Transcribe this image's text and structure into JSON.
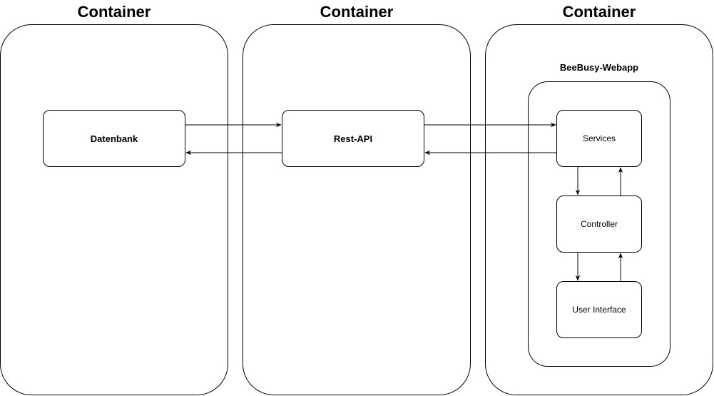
{
  "containers": [
    {
      "title": "Container"
    },
    {
      "title": "Container"
    },
    {
      "title": "Container"
    }
  ],
  "group": {
    "label": "BeeBusy-Webapp"
  },
  "nodes": {
    "datenbank": "Datenbank",
    "rest_api": "Rest-API",
    "services": "Services",
    "controller": "Controller",
    "user_interface": "User Interface"
  },
  "colors": {
    "stroke": "#000000",
    "fill": "#ffffff"
  }
}
